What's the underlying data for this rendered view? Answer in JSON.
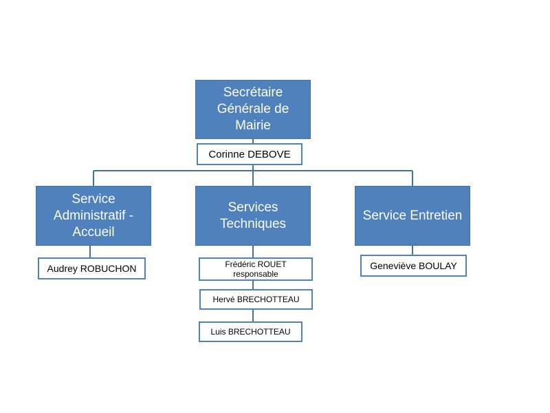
{
  "org_chart": {
    "top": {
      "title": "Secrétaire\nGénérale de\nMairie",
      "person": "Corinne DEBOVE"
    },
    "services": [
      {
        "title": "Service\nAdministratif -\nAccueil",
        "members": [
          "Audrey ROBUCHON"
        ]
      },
      {
        "title": "Services\nTechniques",
        "members": [
          "Frédéric ROUET\nresponsable",
          "Hervé BRECHOTTEAU",
          "Luis BRECHOTTEAU"
        ]
      },
      {
        "title": "Service Entretien",
        "members": [
          "Geneviève BOULAY"
        ]
      }
    ],
    "colors": {
      "box_fill": "#4f81bd",
      "line": "#41719c",
      "text_on_box": "#ffffff"
    }
  }
}
